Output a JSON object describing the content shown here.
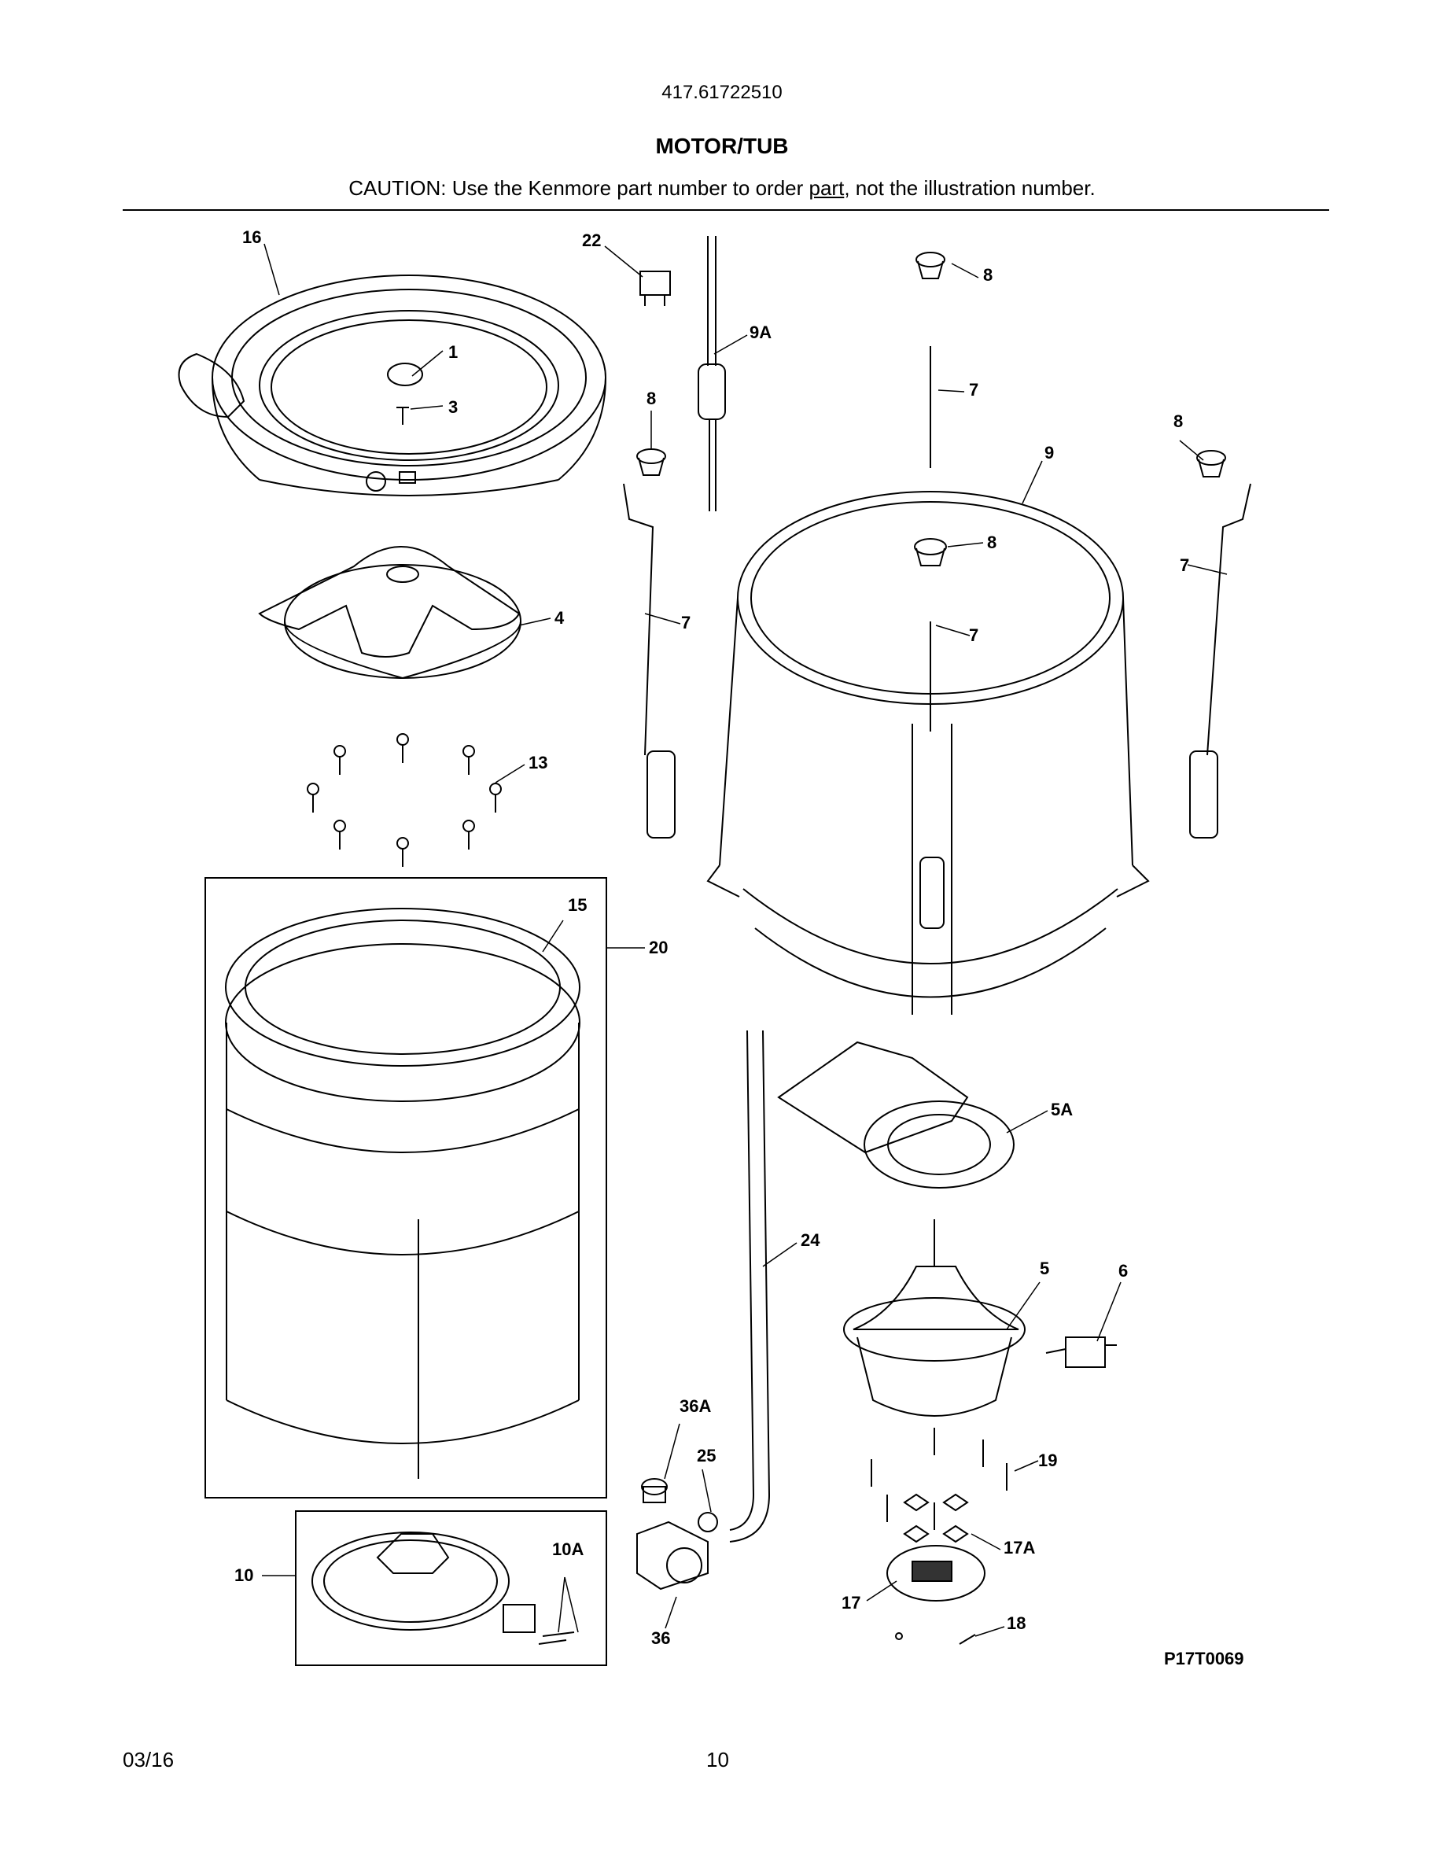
{
  "header": {
    "model_number": "417.61722510",
    "title": "MOTOR/TUB",
    "caution_prefix": "CAUTION: Use the Kenmore part number to order ",
    "caution_underlined": "part",
    "caution_suffix": ", not the illustration number."
  },
  "callouts": [
    "16",
    "22",
    "8",
    "1",
    "9A",
    "7",
    "3",
    "8",
    "8",
    "9",
    "8",
    "7",
    "4",
    "7",
    "7",
    "13",
    "15",
    "20",
    "5A",
    "24",
    "5",
    "6",
    "36A",
    "25",
    "19",
    "10A",
    "17A",
    "10",
    "17",
    "18",
    "36"
  ],
  "figure_code": "P17T0069",
  "footer": {
    "date": "03/16",
    "page": "10"
  }
}
